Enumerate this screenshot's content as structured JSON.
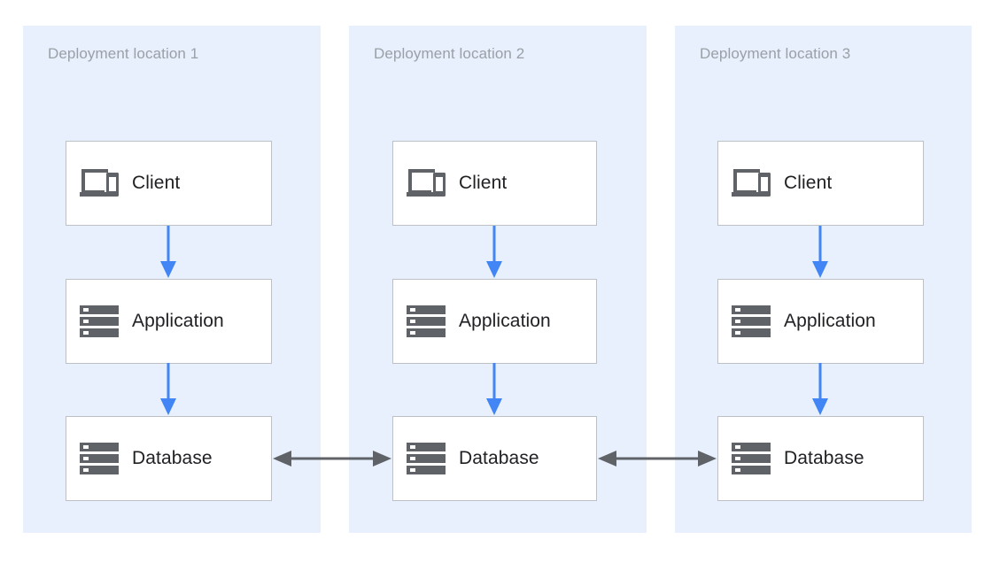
{
  "diagram": {
    "title_color": "#9AA0A6",
    "panel_background": "#E8F0FE",
    "node_background": "#FFFFFF",
    "node_border_color": "#BDC1C6",
    "flow_arrow_color": "#4285F4",
    "replication_arrow_color": "#5F6368",
    "icon_color": "#5F6368",
    "page_background": "#FFFFFF",
    "panels": [
      {
        "title": "Deployment location 1",
        "nodes": [
          {
            "label": "Client",
            "icon": "devices-icon"
          },
          {
            "label": "Application",
            "icon": "server-icon"
          },
          {
            "label": "Database",
            "icon": "server-icon"
          }
        ]
      },
      {
        "title": "Deployment location 2",
        "nodes": [
          {
            "label": "Client",
            "icon": "devices-icon"
          },
          {
            "label": "Application",
            "icon": "server-icon"
          },
          {
            "label": "Database",
            "icon": "server-icon"
          }
        ]
      },
      {
        "title": "Deployment location 3",
        "nodes": [
          {
            "label": "Client",
            "icon": "devices-icon"
          },
          {
            "label": "Application",
            "icon": "server-icon"
          },
          {
            "label": "Database",
            "icon": "server-icon"
          }
        ]
      }
    ],
    "connectors": {
      "vertical_flow": [
        {
          "from": "Client",
          "to": "Application",
          "direction": "down",
          "panel": 1
        },
        {
          "from": "Application",
          "to": "Database",
          "direction": "down",
          "panel": 1
        },
        {
          "from": "Client",
          "to": "Application",
          "direction": "down",
          "panel": 2
        },
        {
          "from": "Application",
          "to": "Database",
          "direction": "down",
          "panel": 2
        },
        {
          "from": "Client",
          "to": "Application",
          "direction": "down",
          "panel": 3
        },
        {
          "from": "Application",
          "to": "Database",
          "direction": "down",
          "panel": 3
        }
      ],
      "horizontal_replication": [
        {
          "from": "Database 1",
          "to": "Database 2",
          "direction": "bidirectional"
        },
        {
          "from": "Database 2",
          "to": "Database 3",
          "direction": "bidirectional"
        }
      ]
    }
  }
}
